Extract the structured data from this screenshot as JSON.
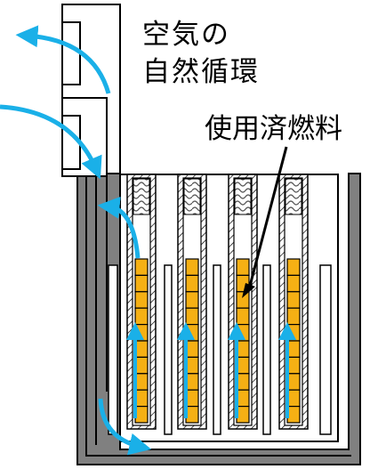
{
  "labels": {
    "air_circulation_line1": "空気の",
    "air_circulation_line2": "自然循環",
    "spent_fuel": "使用済燃料"
  },
  "colors": {
    "cask_wall": "#808080",
    "fuel_block": "#f5b014",
    "airflow_arrow": "#1ab0e8",
    "outline": "#000000",
    "background": "#ffffff"
  },
  "components": {
    "fuel_assembly_count": 4,
    "fuel_blocks_per_assembly": 10,
    "upward_airflow_arrows_in_assemblies": 4,
    "curved_airflow_arrows": 4
  }
}
